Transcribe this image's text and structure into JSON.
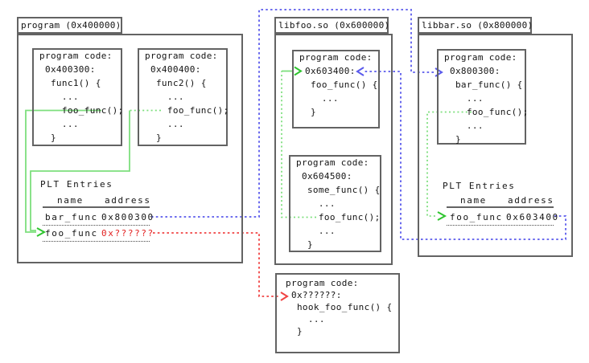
{
  "colors": {
    "green": "#7ddf7d",
    "green_arrow": "#2fc52f",
    "blue": "#5a5aec",
    "red": "#f04343",
    "border": "#636363",
    "text": "#141414",
    "red_text": "#e22020"
  },
  "modules": {
    "program": {
      "title": "program (0x400000)"
    },
    "libfoo": {
      "title": "libfoo.so (0x600000)"
    },
    "libbar": {
      "title": "libbar.so (0x800000)"
    }
  },
  "code_boxes": {
    "func1": {
      "lines": [
        "program code:",
        " 0x400300:",
        "  func1() {",
        "    ...",
        "    foo_func();",
        "    ...",
        "  }"
      ]
    },
    "func2": {
      "lines": [
        "program code:",
        " 0x400400:",
        "  func2() {",
        "    ...",
        "    foo_func();",
        "    ...",
        "  }"
      ]
    },
    "libfoo_foo": {
      "lines": [
        "program code:",
        " 0x603400:",
        "  foo_func() {",
        "    ...",
        "  }"
      ]
    },
    "libfoo_some": {
      "lines": [
        "program code:",
        " 0x604500:",
        "  some_func() {",
        "    ...",
        "    foo_func();",
        "    ...",
        "  }"
      ]
    },
    "libbar_bar": {
      "lines": [
        "program code:",
        " 0x800300:",
        "  bar_func() {",
        "    ...",
        "    foo_func();",
        "    ...",
        "  }"
      ]
    },
    "hook": {
      "lines": [
        "program code:",
        " 0x??????:",
        "  hook_foo_func() {",
        "    ...",
        "  }"
      ]
    }
  },
  "plt_program": {
    "label": "PLT Entries",
    "col_name": "name",
    "col_address": "address",
    "rows": [
      {
        "name": "bar_func",
        "address": "0x800300"
      },
      {
        "name": "foo_func",
        "address": "0x??????"
      }
    ]
  },
  "plt_libbar": {
    "label": "PLT Entries",
    "col_name": "name",
    "col_address": "address",
    "rows": [
      {
        "name": "foo_func",
        "address": "0x603400"
      }
    ]
  }
}
